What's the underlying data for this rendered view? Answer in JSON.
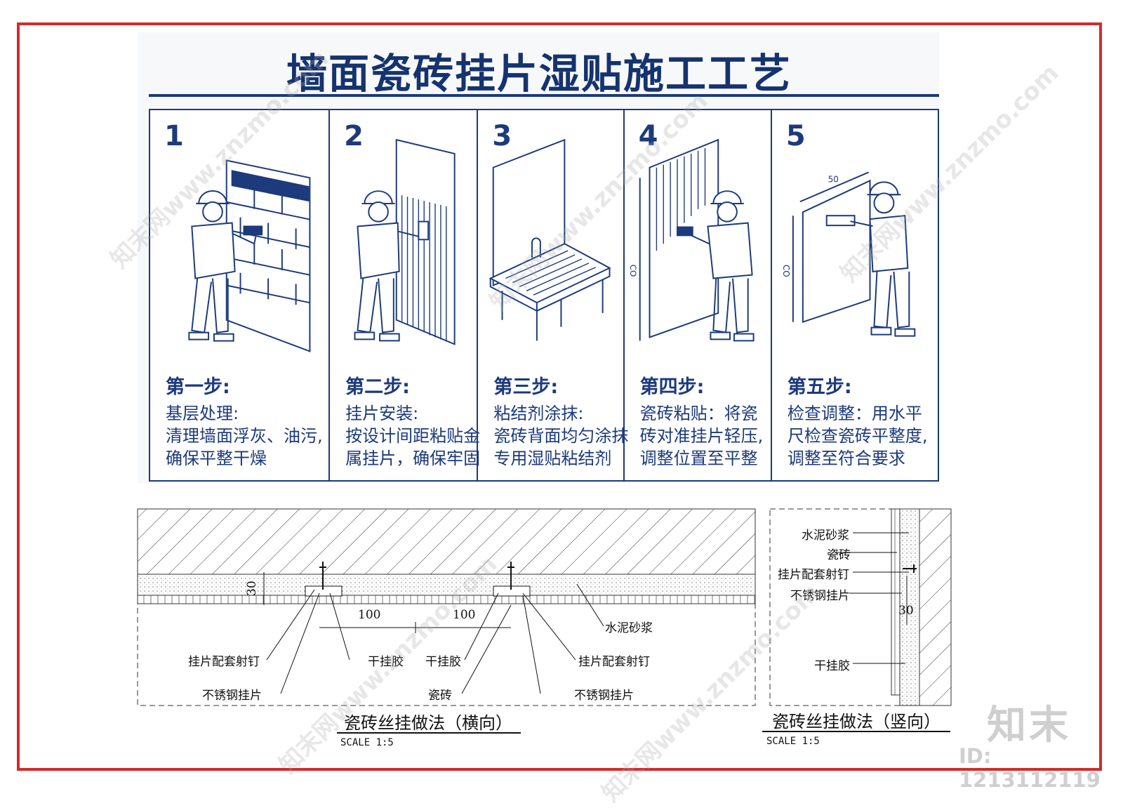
{
  "title": "墙面瓷砖挂片湿贴施工工艺",
  "steps": [
    {
      "num": "1",
      "title": "第一步:",
      "lines": [
        "基层处理:",
        "清理墙面浮灰、油污,",
        "确保平整干燥"
      ]
    },
    {
      "num": "2",
      "title": "第二步:",
      "lines": [
        "挂片安装:",
        "按设计间距粘贴金",
        "属挂片，确保牢固"
      ]
    },
    {
      "num": "3",
      "title": "第三步:",
      "lines": [
        "粘结剂涂抹:",
        "瓷砖背面均匀涂抹",
        "专用湿贴粘结剂"
      ]
    },
    {
      "num": "4",
      "title": "第四步:",
      "lines": [
        "瓷砖粘贴：将瓷",
        "砖对准挂片轻压,",
        "调整位置至平整"
      ]
    },
    {
      "num": "5",
      "title": "第五步:",
      "lines": [
        "检查调整：用水平",
        "尺检查瓷砖平整度,",
        "调整至符合要求"
      ]
    }
  ],
  "illus_dims": {
    "step4_side": "CO",
    "step5_top": "50",
    "step5_side": "CO"
  },
  "horizontal_detail": {
    "dim_30": "30",
    "dim_100a": "100",
    "dim_100b": "100",
    "label_shuini": "水泥砂浆",
    "label_sheding_left": "挂片配套射钉",
    "label_guaqiao_left": "干挂胶",
    "label_guaqiao_mid": "干挂胶",
    "label_sheding_right": "挂片配套射钉",
    "label_buxiu_left": "不锈钢挂片",
    "label_cizhuan": "瓷砖",
    "label_buxiu_right": "不锈钢挂片",
    "caption": "瓷砖丝挂做法（横向）",
    "scale": "SCALE 1:5"
  },
  "vertical_detail": {
    "label_shuini": "水泥砂浆",
    "label_cizhuan": "瓷砖",
    "label_sheding": "挂片配套射钉",
    "label_buxiu": "不锈钢挂片",
    "dim_30": "30",
    "label_guaqiao": "干挂胶",
    "caption": "瓷砖丝挂做法（竖向）",
    "scale": "SCALE 1:5"
  },
  "brand": "知末",
  "id_text": "ID: 1213112119",
  "watermark": "知末网www.znzmo.com",
  "colors": {
    "frame": "#d42a2a",
    "navy": "#1c3a7c"
  }
}
